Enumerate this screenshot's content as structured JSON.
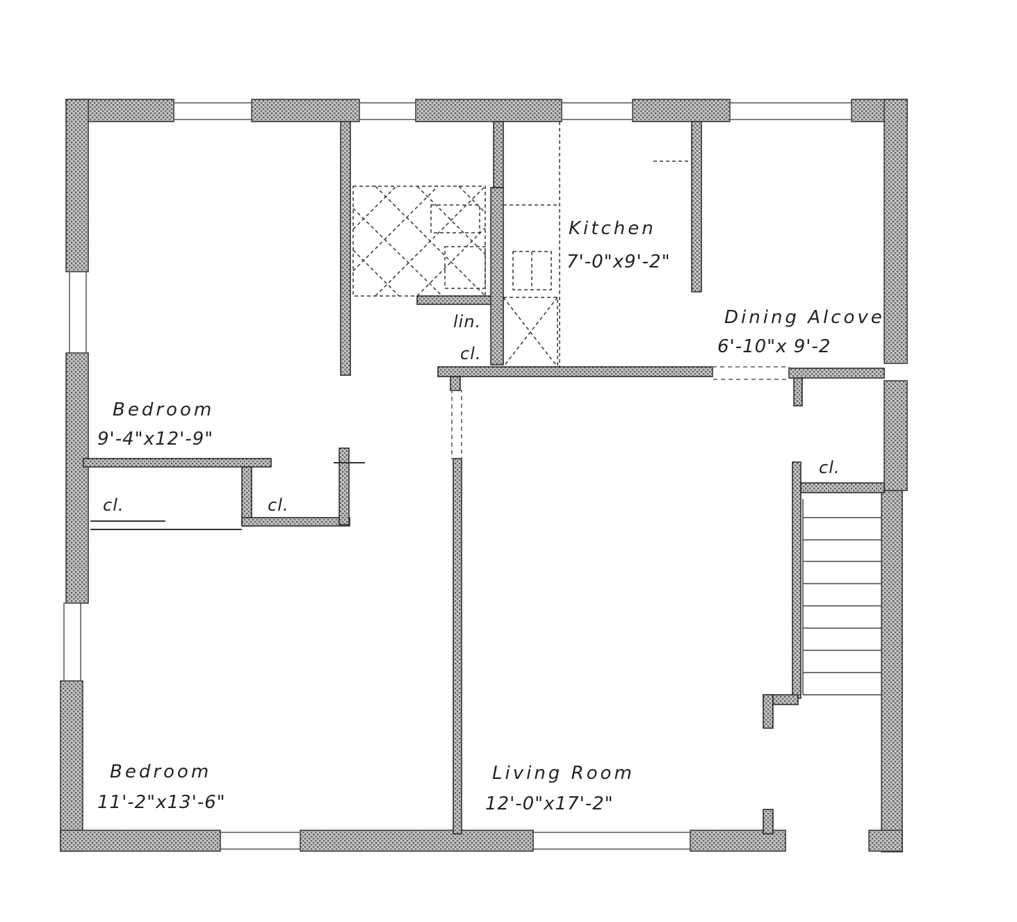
{
  "plan": {
    "rooms": [
      {
        "name": "Kitchen",
        "dims": "7'-0\"x9'-2\""
      },
      {
        "name": "Dining Alcove",
        "dims": "6'-10\"x 9'-2"
      },
      {
        "name": "Bedroom",
        "dims": "9'-4\"x12'-9\""
      },
      {
        "name": "Bedroom",
        "dims": "11'-2\"x13'-6\""
      },
      {
        "name": "Living Room",
        "dims": "12'-0\"x17'-2\""
      }
    ],
    "closets": {
      "linen": "lin.",
      "hall_closet": "cl.",
      "bedroom_closet_left": "cl.",
      "bedroom_closet_right": "cl.",
      "living_closet": "cl."
    },
    "colors": {
      "wall": "#8a8a8a",
      "line": "#222222",
      "background": "#ffffff"
    }
  }
}
